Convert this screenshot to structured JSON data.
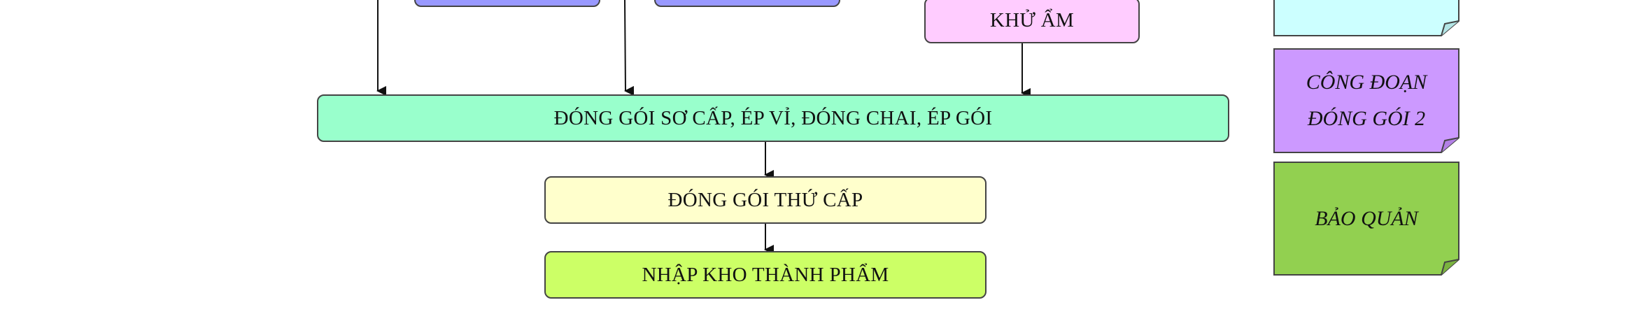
{
  "colors": {
    "top_boxes": "#9999ff",
    "dehumidify": "#ffccff",
    "primary_pack": "#99ffcc",
    "secondary_pack": "#ffffcc",
    "warehouse": "#ccff66",
    "note_cyan": "#ccffff",
    "note_purple": "#cc99ff",
    "note_green": "#92d050",
    "stroke": "#444444"
  },
  "flow": {
    "dehumidify": "KHỬ ẨM",
    "primary_packaging": "ĐÓNG GÓI SƠ CẤP, ÉP VỈ, ĐÓNG CHAI, ÉP GÓI",
    "secondary_packaging": "ĐÓNG GÓI THỨ CẤP",
    "warehouse_entry": "NHẬP KHO THÀNH PHẨM"
  },
  "legend": {
    "packaging_stage_2_line1": "CÔNG ĐOẠN",
    "packaging_stage_2_line2": "ĐÓNG GÓI 2",
    "storage": "BẢO QUẢN"
  }
}
